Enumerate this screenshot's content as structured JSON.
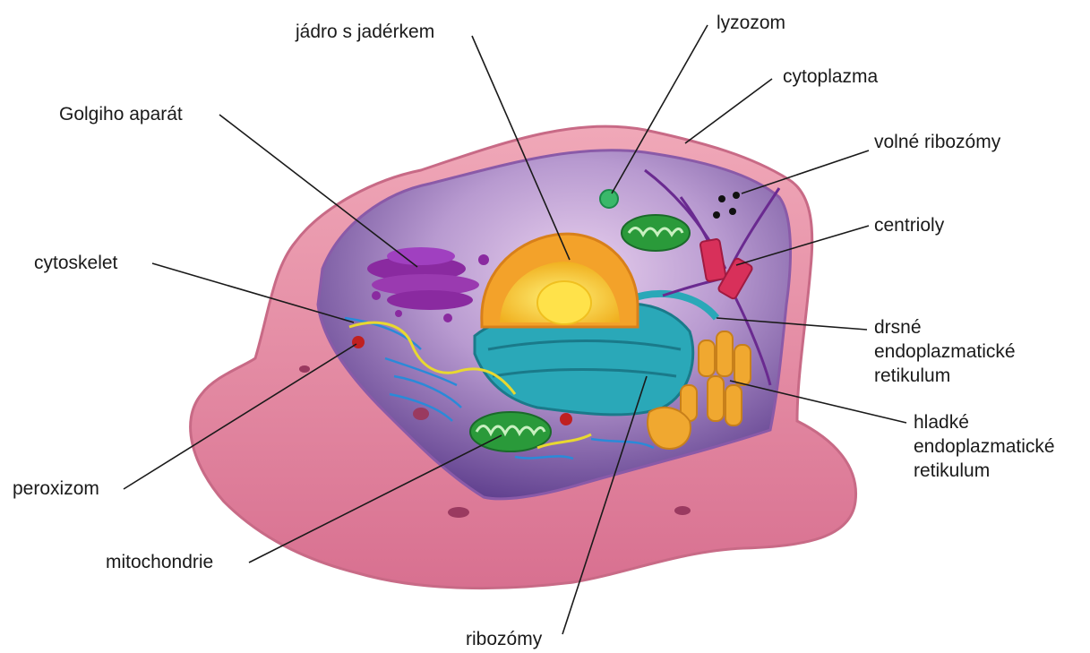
{
  "labels": {
    "nucleus": "jádro s jadérkem",
    "lysosome": "lyzozom",
    "cytoplasm": "cytoplazma",
    "golgi": "Golgiho aparát",
    "free_ribosomes": "volné ribozómy",
    "centrioles": "centrioly",
    "cytoskeleton": "cytoskelet",
    "rough_er": [
      "drsné",
      "endoplazmatické",
      "retikulum"
    ],
    "smooth_er": [
      "hladké",
      "endoplazmatické",
      "retikulum"
    ],
    "peroxisome": "peroxizom",
    "mitochondria": "mitochondrie",
    "ribosomes": "ribozómy"
  },
  "colors": {
    "membrane": "#e58aa0",
    "membrane_dark": "#c85c7a",
    "cytoplasm_inner": "#7a5aa8",
    "cytoplasm_light": "#c8a8d8",
    "nucleus_outer": "#f3a22a",
    "nucleus_inner": "#ffe24a",
    "rough_er": "#2aa8b8",
    "smooth_er": "#f0a830",
    "golgi": "#8a2aa0",
    "mitochondria": "#2a9a3a",
    "lysosome": "#3ab86a",
    "centriole": "#d8305a",
    "peroxisome": "#c02020",
    "cytoskeleton": "#2a8ad8"
  }
}
